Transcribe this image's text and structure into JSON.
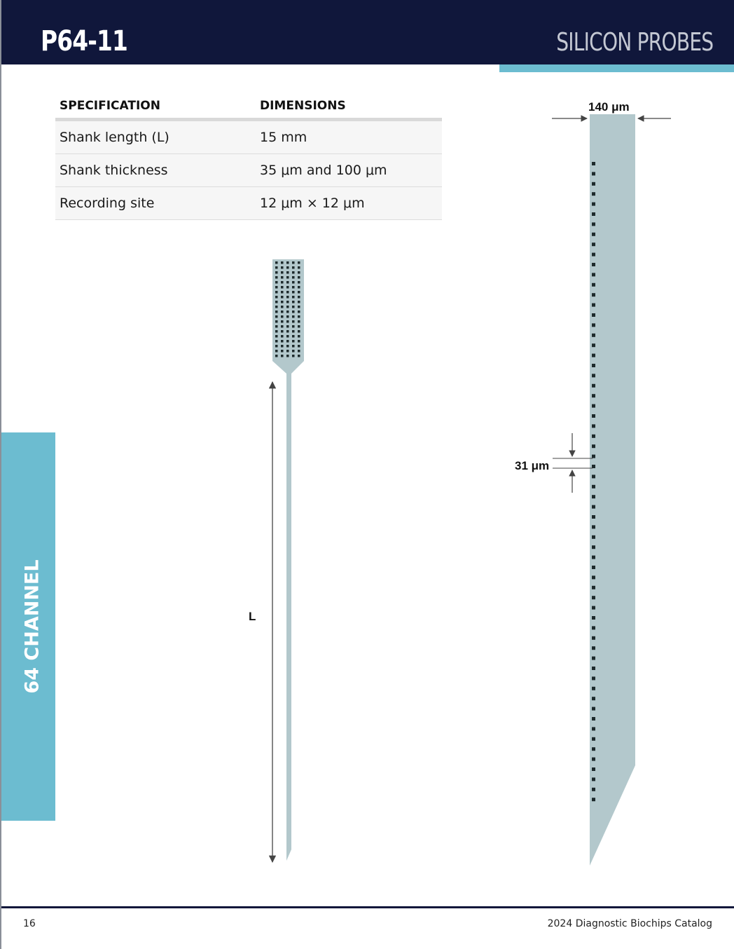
{
  "header": {
    "model": "P64-11",
    "category": "SILICON PROBES"
  },
  "spec_table": {
    "headers": [
      "SPECIFICATION",
      "DIMENSIONS"
    ],
    "rows": [
      [
        "Shank length (L)",
        "15 mm"
      ],
      [
        "Shank thickness",
        "35 μm and 100 μm"
      ],
      [
        "Recording site",
        "12 μm × 12 μm"
      ]
    ]
  },
  "side_tab": {
    "label": "64 CHANNEL"
  },
  "diagram": {
    "length_label": "L",
    "width_label": "140 μm",
    "pitch_label": "31 μm"
  },
  "footer": {
    "page_number": "16",
    "catalog": "2024 Diagnostic Biochips Catalog"
  },
  "colors": {
    "navy": "#10173b",
    "accent": "#6cbcd0",
    "probe": "#b3c8cc",
    "site": "#1d2a2c"
  }
}
